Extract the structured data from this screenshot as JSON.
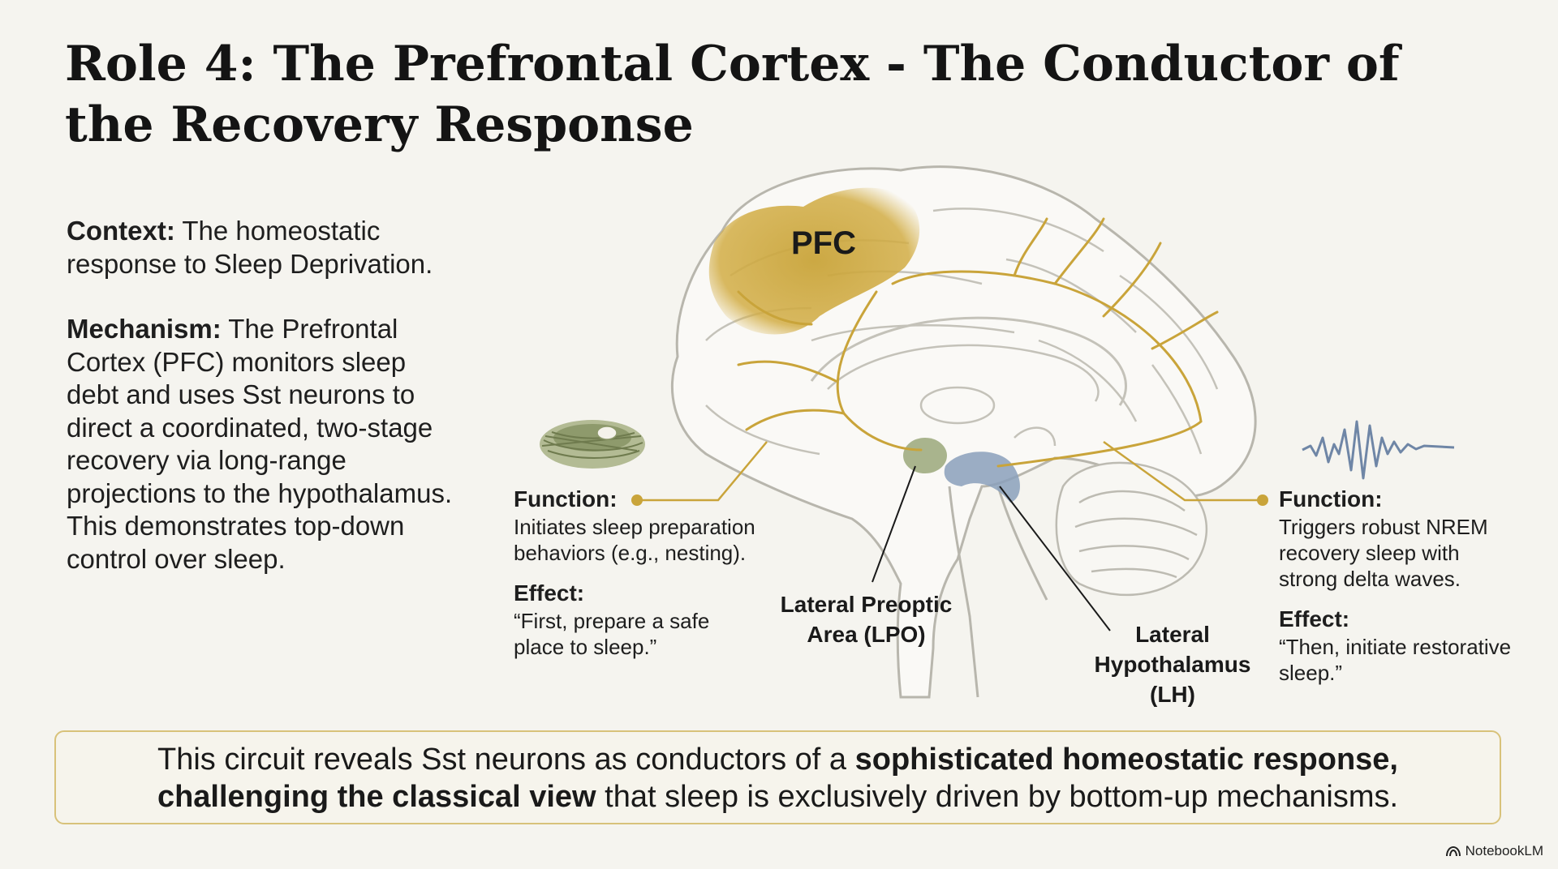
{
  "title": "Role 4: The Prefrontal Cortex - The Conductor of the Recovery Response",
  "context": {
    "label": "Context:",
    "text": " The homeostatic response to Sleep Deprivation."
  },
  "mechanism": {
    "label": "Mechanism:",
    "text": " The Prefrontal Cortex (PFC) monitors sleep debt and uses Sst neurons to direct a coordinated, two-stage recovery via long-range projections to the hypothalamus. This demonstrates top-down control over sleep."
  },
  "diagram": {
    "pfc": "PFC",
    "lpo": "Lateral Preoptic Area (LPO)",
    "lh": "Lateral Hypothalamus (LH)"
  },
  "left_panel": {
    "function_label": "Function:",
    "function_text": "Initiates sleep preparation behaviors (e.g., nesting).",
    "effect_label": "Effect:",
    "effect_text": "“First, prepare a safe place to sleep.”"
  },
  "right_panel": {
    "function_label": "Function:",
    "function_text": "Triggers robust NREM recovery sleep with strong delta waves.",
    "effect_label": "Effect:",
    "effect_text": "“Then, initiate restorative sleep.”"
  },
  "banner": {
    "part1": "This circuit reveals Sst neurons as conductors of a ",
    "bold1": "sophisticated homeostatic response,",
    "bold2": "challenging the classical view",
    "part2": " that sleep is exclusively driven by bottom-up mechanisms."
  },
  "brand": "NotebookLM",
  "colors": {
    "accent_gold": "#c9a43a",
    "lpo_green": "#9aa87a",
    "lh_blue": "#8aa0bb",
    "background": "#f5f4ef"
  }
}
